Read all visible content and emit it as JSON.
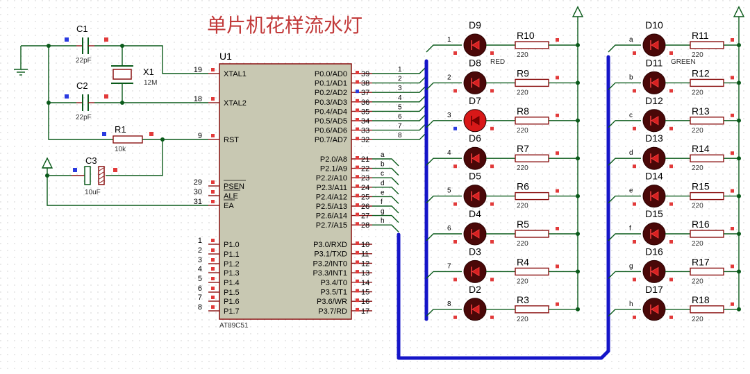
{
  "title": "单片机花样流水灯",
  "mcu": {
    "ref": "U1",
    "part": "AT89C51",
    "left_pins": [
      {
        "num": "19",
        "name": "XTAL1"
      },
      {
        "num": "18",
        "name": "XTAL2"
      },
      {
        "num": "9",
        "name": "RST"
      },
      {
        "num": "29",
        "name": "PSEN"
      },
      {
        "num": "30",
        "name": "ALE"
      },
      {
        "num": "31",
        "name": "EA"
      },
      {
        "num": "1",
        "name": "P1.0"
      },
      {
        "num": "2",
        "name": "P1.1"
      },
      {
        "num": "3",
        "name": "P1.2"
      },
      {
        "num": "4",
        "name": "P1.3"
      },
      {
        "num": "5",
        "name": "P1.4"
      },
      {
        "num": "6",
        "name": "P1.5"
      },
      {
        "num": "7",
        "name": "P1.6"
      },
      {
        "num": "8",
        "name": "P1.7"
      }
    ],
    "right_pins": [
      {
        "num": "39",
        "name": "P0.0/AD0",
        "net": "1"
      },
      {
        "num": "38",
        "name": "P0.1/AD1",
        "net": "2"
      },
      {
        "num": "37",
        "name": "P0.2/AD2",
        "net": "3"
      },
      {
        "num": "36",
        "name": "P0.3/AD3",
        "net": "4"
      },
      {
        "num": "35",
        "name": "P0.4/AD4",
        "net": "5"
      },
      {
        "num": "34",
        "name": "P0.5/AD5",
        "net": "6"
      },
      {
        "num": "33",
        "name": "P0.6/AD6",
        "net": "7"
      },
      {
        "num": "32",
        "name": "P0.7/AD7",
        "net": "8"
      },
      {
        "num": "21",
        "name": "P2.0/A8",
        "net": "a"
      },
      {
        "num": "22",
        "name": "P2.1/A9",
        "net": "b"
      },
      {
        "num": "23",
        "name": "P2.2/A10",
        "net": "c"
      },
      {
        "num": "24",
        "name": "P2.3/A11",
        "net": "d"
      },
      {
        "num": "25",
        "name": "P2.4/A12",
        "net": "e"
      },
      {
        "num": "26",
        "name": "P2.5/A13",
        "net": "f"
      },
      {
        "num": "27",
        "name": "P2.6/A14",
        "net": "g"
      },
      {
        "num": "28",
        "name": "P2.7/A15",
        "net": "h"
      },
      {
        "num": "10",
        "name": "P3.0/RXD",
        "net": ""
      },
      {
        "num": "11",
        "name": "P3.1/TXD",
        "net": ""
      },
      {
        "num": "12",
        "name": "P3.2/INT0",
        "net": ""
      },
      {
        "num": "13",
        "name": "P3.3/INT1",
        "net": ""
      },
      {
        "num": "14",
        "name": "P3.4/T0",
        "net": ""
      },
      {
        "num": "15",
        "name": "P3.5/T1",
        "net": ""
      },
      {
        "num": "16",
        "name": "P3.6/WR",
        "net": ""
      },
      {
        "num": "17",
        "name": "P3.7/RD",
        "net": ""
      }
    ]
  },
  "components": {
    "c1": {
      "ref": "C1",
      "value": "22pF"
    },
    "c2": {
      "ref": "C2",
      "value": "22pF"
    },
    "x1": {
      "ref": "X1",
      "value": "12M"
    },
    "r1": {
      "ref": "R1",
      "value": "10k"
    },
    "c3": {
      "ref": "C3",
      "value": "10uF"
    }
  },
  "led_bank_red": {
    "color_label": "RED",
    "items": [
      {
        "led": "D9",
        "res": "R10",
        "value": "220",
        "net": "1",
        "lit": false
      },
      {
        "led": "D8",
        "res": "R9",
        "value": "220",
        "net": "2",
        "lit": false
      },
      {
        "led": "D7",
        "res": "R8",
        "value": "220",
        "net": "3",
        "lit": true
      },
      {
        "led": "D6",
        "res": "R7",
        "value": "220",
        "net": "4",
        "lit": false
      },
      {
        "led": "D5",
        "res": "R6",
        "value": "220",
        "net": "5",
        "lit": false
      },
      {
        "led": "D4",
        "res": "R5",
        "value": "220",
        "net": "6",
        "lit": false
      },
      {
        "led": "D3",
        "res": "R4",
        "value": "220",
        "net": "7",
        "lit": false
      },
      {
        "led": "D2",
        "res": "R3",
        "value": "220",
        "net": "8",
        "lit": false
      }
    ]
  },
  "led_bank_green": {
    "color_label": "GREEN",
    "items": [
      {
        "led": "D10",
        "res": "R11",
        "value": "220",
        "net": "a",
        "lit": false
      },
      {
        "led": "D11",
        "res": "R12",
        "value": "220",
        "net": "b",
        "lit": false
      },
      {
        "led": "D12",
        "res": "R13",
        "value": "220",
        "net": "c",
        "lit": false
      },
      {
        "led": "D13",
        "res": "R14",
        "value": "220",
        "net": "d",
        "lit": false
      },
      {
        "led": "D14",
        "res": "R15",
        "value": "220",
        "net": "e",
        "lit": false
      },
      {
        "led": "D15",
        "res": "R16",
        "value": "220",
        "net": "f",
        "lit": false
      },
      {
        "led": "D16",
        "res": "R17",
        "value": "220",
        "net": "g",
        "lit": false
      },
      {
        "led": "D17",
        "res": "R18",
        "value": "220",
        "net": "h",
        "lit": false
      }
    ]
  },
  "colors": {
    "wire": "#0a5a1a",
    "bus": "#1515c8",
    "chip_fill": "#c8c8b2",
    "led_off": "#4a0808",
    "led_on": "#d81818",
    "title": "#c23a3a"
  }
}
